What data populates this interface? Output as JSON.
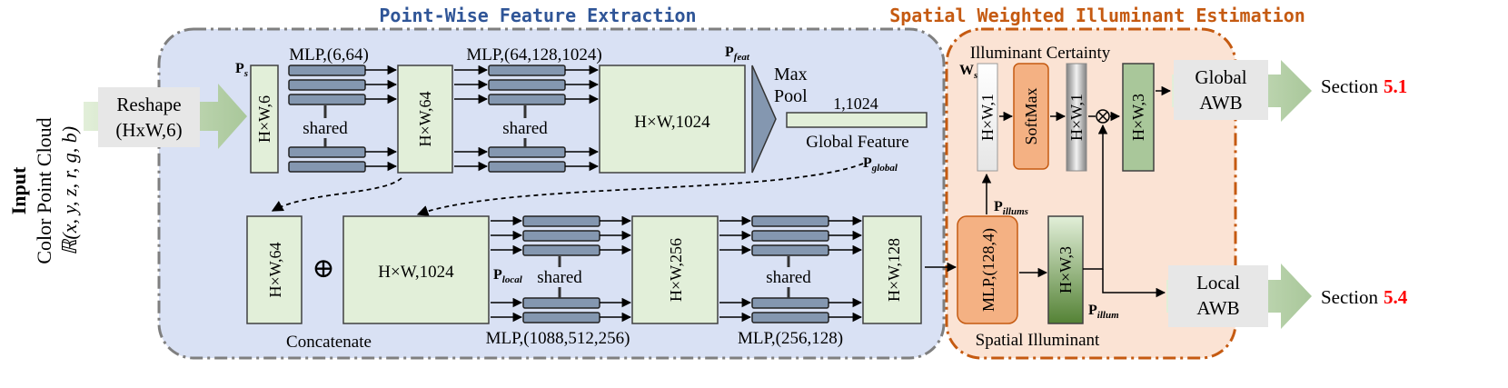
{
  "sections": {
    "pointwise_title": "Point-Wise Feature Extraction",
    "spatial_title": "Spatial Weighted Illuminant Estimation"
  },
  "input": {
    "title": "Input",
    "subtitle": "Color Point Cloud",
    "formula": "ℝ(x, y, z, r, g, b)"
  },
  "reshape": {
    "line1": "Reshape",
    "line2": "(HxW,6)"
  },
  "tensors": {
    "ps_block": "H×W,6",
    "hw64_top": "H×W,64",
    "feat_block": "H×W,1024",
    "global_vec": "1,1024",
    "hw64_bottom": "H×W,64",
    "hw1024_bottom": "H×W,1024",
    "hw256": "H×W,256",
    "hw128": "H×W,128",
    "ws_block": "H×W,1",
    "certainty_out": "H×W,1",
    "final_hw3": "H×W,3",
    "illum_hw3": "H×W,3"
  },
  "labels": {
    "mlp1": "MLP,(6,64)",
    "mlp2": "MLP,(64,128,1024)",
    "mlp3": "MLP,(1088,512,256)",
    "mlp4": "MLP,(256,128)",
    "shared": "shared",
    "max": "Max",
    "pool": "Pool",
    "global_feature": "Global Feature",
    "concatenate": "Concatenate",
    "concat_symbol": "⊕",
    "otimes_symbol": "⊗",
    "softmax": "SoftMax",
    "illum_mlp": "MLP,(128,4)",
    "illuminant_certainty": "Illuminant Certainty",
    "spatial_illuminant": "Spatial Illuminant"
  },
  "symbols": {
    "ps": {
      "base": "P",
      "sub": "s"
    },
    "pfeat": {
      "base": "P",
      "sub": "feat"
    },
    "pglobal": {
      "base": "P",
      "sub": "global"
    },
    "plocal": {
      "base": "P",
      "sub": "local"
    },
    "ws": {
      "base": "W",
      "sub": "s"
    },
    "pillums": {
      "base": "P",
      "sub": "illums"
    },
    "pillum": {
      "base": "P",
      "sub": "illum"
    }
  },
  "outputs": {
    "global_awb_1": "Global",
    "global_awb_2": "AWB",
    "local_awb_1": "Local",
    "local_awb_2": "AWB",
    "section_global_prefix": "Section",
    "section_global_num": "5.1",
    "section_local_prefix": "Section",
    "section_local_num": "5.4"
  },
  "colors": {
    "pointwise_bg": "#d9e1f4",
    "spatial_bg": "#fbe3d4",
    "block_fill": "#e2efd9",
    "mlp_bar": "#8497b0",
    "orange": "#f4b183",
    "dark_green": "#a9c79a",
    "title_blue": "#2f5597",
    "title_orange": "#c55a11",
    "section_red": "#ff0000"
  }
}
